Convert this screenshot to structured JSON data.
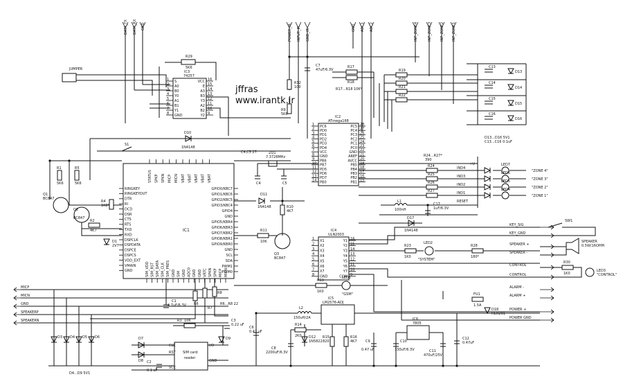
{
  "watermark": {
    "line1": "jffras",
    "line2": "www.irantk.ir"
  },
  "chips": {
    "ic1": {
      "name": "IC1",
      "left_pins": [
        "RINGKEY",
        "RINGKEYOUT",
        "DTR",
        "RI",
        "DCD",
        "DSR",
        "CTS",
        "RTS",
        "TXD",
        "RXD",
        "DSPCLK",
        "DSPDATA",
        "DSPCE",
        "DSPCS",
        "VDD_EXT",
        "VMAIN",
        "GND"
      ],
      "right_pins": [
        "GPIO0/KBC7",
        "GPIO1/KBC6",
        "GPIO2/KBC5",
        "GPIO3/KBC4",
        "GPIO4",
        "GND",
        "GPIO5/KBR4",
        "GPIO6/KBR3",
        "GPIO7/KBR2",
        "GPIO8/KBR1",
        "GPIO9/KBR0",
        "GND",
        "SCL",
        "SDA",
        "PWM1",
        "PWM0"
      ],
      "top_pins": [
        "STATUS",
        "SPKP",
        "SPKN",
        "MICP",
        "MICN",
        "VBAT",
        "VBAT",
        "VBAT",
        "VBAT",
        "VBAT"
      ],
      "bottom_pins": [
        "SIM_VDD",
        "SIM_RST",
        "SIM_DATA",
        "SIM_CLK",
        "SIM_PRES",
        "GND",
        "SIM",
        "GND",
        "ADC0",
        "GND",
        "GND",
        "VRTC",
        "SPKN",
        "SPKP",
        "MICP",
        "MICN"
      ]
    },
    "ic2": {
      "name": "IC2",
      "part": "ATmega168",
      "left_pins": [
        "PC6",
        "PD0",
        "PD1",
        "PD2",
        "PD3",
        "PD4",
        "VCC",
        "GND",
        "PB6",
        "PB7",
        "PD5",
        "PD6",
        "PD7",
        "PB0"
      ],
      "right_pins": [
        "PC5",
        "PC4",
        "PC3",
        "PC2",
        "PC1",
        "PC0",
        "GND",
        "AREF",
        "AVCC",
        "PB5",
        "PB4",
        "PB3",
        "PB2",
        "PB1"
      ],
      "left_nums": [
        "1",
        "2",
        "3",
        "4",
        "5",
        "6",
        "7",
        "8",
        "9",
        "10",
        "11",
        "12",
        "13",
        "14"
      ],
      "right_nums": [
        "28",
        "27",
        "26",
        "25",
        "24",
        "23",
        "22",
        "21",
        "20",
        "19",
        "18",
        "17",
        "16",
        "15"
      ]
    },
    "ic3": {
      "name": "IC3",
      "part": "74257",
      "left_pins": [
        "S",
        "A0",
        "B0",
        "Y0",
        "A1",
        "B1",
        "Y1",
        "GND"
      ],
      "right_pins": [
        "VCC",
        "E",
        "A3",
        "B3",
        "Y3",
        "A2",
        "B2",
        "Y2"
      ],
      "left_nums": [
        "1",
        "2",
        "3",
        "4",
        "5",
        "6",
        "7",
        "8"
      ],
      "right_nums": [
        "16",
        "15",
        "14",
        "13",
        "12",
        "11",
        "10",
        "9"
      ]
    },
    "ic4": {
      "name": "IC4",
      "part": "ULN2003",
      "left_pins": [
        "X1",
        "X2",
        "X3",
        "X4",
        "X5",
        "X6",
        "X7",
        "GND"
      ],
      "right_pins": [
        "Y1",
        "Y2",
        "Y3",
        "Y4",
        "Y5",
        "Y6",
        "Y7",
        "COM"
      ],
      "left_nums": [
        "1",
        "2",
        "3",
        "4",
        "5",
        "6",
        "7",
        "8"
      ],
      "right_nums": [
        "16",
        "15",
        "14",
        "13",
        "12",
        "11",
        "10",
        "9"
      ]
    },
    "ic5": {
      "name": "IC5",
      "part": "LM2576-ADJ"
    },
    "ic6": {
      "name": "IC6",
      "part": "7805"
    },
    "sim": {
      "line1": "SIM card",
      "line2": "reader",
      "pins": [
        "CLK",
        "RST",
        "VCC",
        "I/O",
        "GND"
      ]
    }
  },
  "top_nets": [
    "DATA_TX",
    "DATA_RX",
    "GND",
    "POWER_IR",
    "INPUT_IR",
    "GND_IR",
    "GND",
    "ADC1",
    "ADC2",
    "INP_ZONE4",
    "INP_ZONE3",
    "INP_ZONE2",
    "INP_ZONE1"
  ],
  "left_nets": [
    "MICP",
    "MICN",
    "GND",
    "SPEAKERP",
    "SPEAKERN"
  ],
  "right_nets": [
    "KEY_SIG",
    "KEY_GND",
    "SPEAKER +",
    "SPEAKER -",
    "CONTROL",
    "CONTROL",
    "ALARM -",
    "ALARM +",
    "POWER +",
    "POWER GND"
  ],
  "zone_labels": [
    "\"ZONE 4\"",
    "\"ZONE 3\"",
    "\"ZONE 2\"",
    "\"ZONE 1\""
  ],
  "jumper": "JUMPER",
  "components": {
    "r29": [
      "R29",
      "5K6"
    ],
    "r12": [
      "R12",
      "100"
    ],
    "r9": [
      "R9",
      "5K6"
    ],
    "r17": [
      "R17"
    ],
    "r18": [
      "R18"
    ],
    "r17_note": "R17...R18 10K*",
    "r19": [
      "R19"
    ],
    "r20": [
      "R20"
    ],
    "r21": [
      "R21"
    ],
    "r22": [
      "R22"
    ],
    "c7": [
      "C7",
      "47uF/6.3V"
    ],
    "d10": [
      "D10",
      "1N4148"
    ],
    "s1": [
      "S1"
    ],
    "r1": [
      "R1",
      "5K6"
    ],
    "r5": [
      "R5",
      "5K6"
    ],
    "q1": [
      "Q1",
      "BC847"
    ],
    "q2": [
      "Q2",
      "BC847"
    ],
    "r4": [
      "R4",
      "1K8*"
    ],
    "r2": [
      "R2",
      "4K7"
    ],
    "d1": [
      "D1",
      "2V7"
    ],
    "c45": "C4,C5 27",
    "zq1": [
      "ZQ1",
      "7.3728MHz"
    ],
    "c4": "C4",
    "c5": "C5",
    "d11": [
      "D11",
      "1N4148"
    ],
    "r10": [
      "R10",
      "4K7"
    ],
    "r11": [
      "R11",
      "10K"
    ],
    "q3": [
      "Q3",
      "BC847"
    ],
    "r24": [
      "R24",
      "R24...R27*",
      "390"
    ],
    "r25": [
      "R25"
    ],
    "r26": [
      "R26"
    ],
    "r27": [
      "R27"
    ],
    "ind": [
      "IND4",
      "IND3",
      "IND2",
      "IND1"
    ],
    "led": [
      "LED7",
      "LED6",
      "LED5",
      "LED4"
    ],
    "l1": [
      "L1",
      "100nH"
    ],
    "c17": [
      "C17",
      "1uF/6.3V"
    ],
    "d17": [
      "D17",
      "1N4148"
    ],
    "d13": "D13...D16 5V1",
    "c13": "C13...C16 0.1uF",
    "cap_labels": [
      "C13",
      "C14",
      "C15",
      "C16"
    ],
    "dz_labels": [
      "D13",
      "D14",
      "D15",
      "D16"
    ],
    "reset": "RESET",
    "vplus": "+U",
    "r23": [
      "R23",
      "1K0"
    ],
    "led2": [
      "LED2",
      "\"SYSTEM\""
    ],
    "r28": [
      "R28",
      "180*"
    ],
    "sw1": "SW1",
    "spk": [
      "SPEAKER",
      "0.5W/16OHM"
    ],
    "r30": [
      "R30",
      "1K0"
    ],
    "led3": [
      "LED3",
      "\"CONTROL\""
    ],
    "r13": [
      "R13",
      "1K0"
    ],
    "led1": [
      "LED1",
      "\"GSM\""
    ],
    "fu1": [
      "FU1",
      "1.5A"
    ],
    "d18": [
      "D18",
      "HER201"
    ],
    "c12": [
      "C12",
      "0.47uF"
    ],
    "l2": [
      "L2",
      "150uH/2A"
    ],
    "r14": [
      "R14",
      "2K0"
    ],
    "d12": [
      "D12",
      "1N5822"
    ],
    "c8": [
      "C8",
      "2200uF/6.3V"
    ],
    "r15": [
      "R15",
      "820"
    ],
    "r16": [
      "R16",
      "4K7"
    ],
    "c9": [
      "C9",
      "0.47 uF"
    ],
    "c10": [
      "C10",
      "330uF/6.3V"
    ],
    "c11": [
      "C11",
      "470uF/25V"
    ],
    "c6": [
      "C6",
      "0.47 uF"
    ],
    "c1": [
      "C1",
      "4.7uF/6.3V"
    ],
    "c2": [
      "C2",
      "0.1 uF"
    ],
    "c3": [
      "C3",
      "0.22 uF"
    ],
    "r3": [
      "R3",
      "10K"
    ],
    "r6": "R6",
    "r7": "R7",
    "r8": "R8",
    "r68": "R6...R8 22",
    "d7": "D7",
    "d8": "D8",
    "d9": "D9",
    "d3": "D3",
    "d4": "D4",
    "d5": "D5",
    "d6": "D6",
    "d49": "D4...D9 5V1"
  }
}
